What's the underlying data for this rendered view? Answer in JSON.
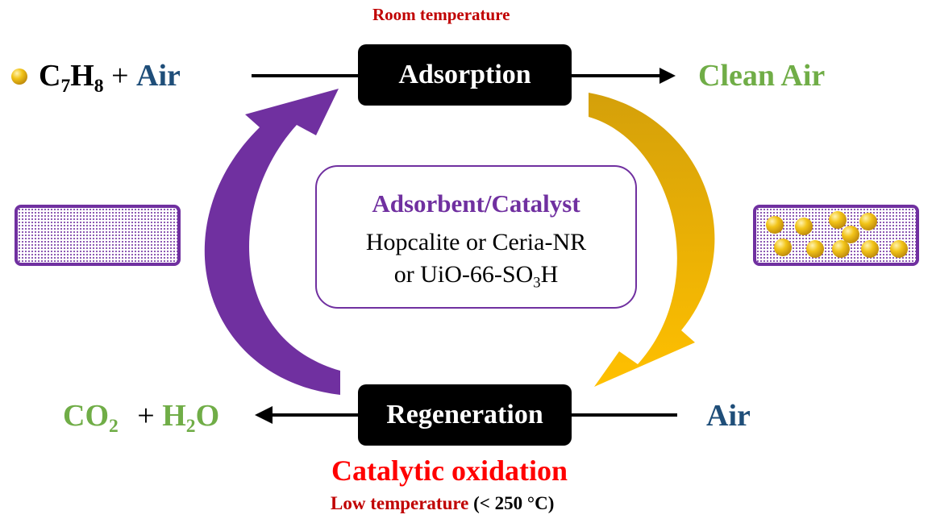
{
  "top_note": "Room temperature",
  "boxes": {
    "adsorption": "Adsorption",
    "regeneration": "Regeneration"
  },
  "feed": {
    "c": "C",
    "sub7": "7",
    "h": "H",
    "sub8": "8",
    "plus": " + ",
    "air": "Air"
  },
  "clean_air": "Clean Air",
  "regen_air": "Air",
  "products": {
    "co": "CO",
    "co_sub": "2",
    "plus": "+",
    "h": "H",
    "h_sub": "2",
    "o": "O"
  },
  "center": {
    "title": "Adsorbent/Catalyst",
    "line1": "Hopcalite or Ceria-NR",
    "line2_prefix": "or UiO-66-SO",
    "line2_sub": "3",
    "line2_suffix": "H"
  },
  "bottom": {
    "main": "Catalytic oxidation",
    "low_temp": "Low temperature",
    "range": "(< 250 °C)"
  },
  "colors": {
    "purple": "#7030a0",
    "gold_start": "#d4a00a",
    "gold_end": "#ffc000",
    "green": "#70ad47",
    "navy": "#1f4e79",
    "red": "#ff0000",
    "dark_red": "#c00000"
  }
}
